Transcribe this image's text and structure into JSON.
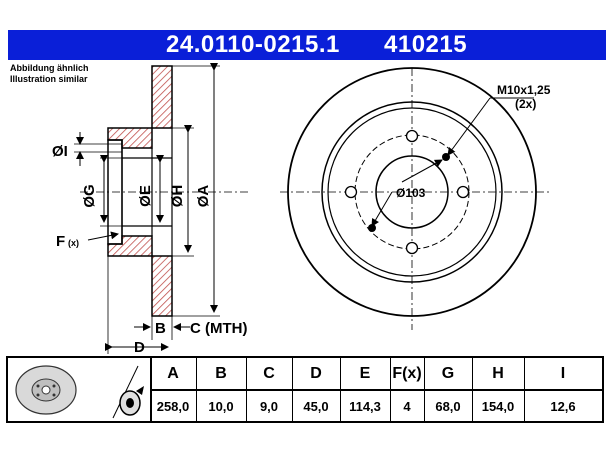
{
  "header": {
    "part_number": "24.0110-0215.1",
    "reference": "410215"
  },
  "note": {
    "line1": "Abbildung ähnlich",
    "line2": "Illustration similar"
  },
  "labels": {
    "dim_I": "ØI",
    "dim_G": "ØG",
    "dim_E": "ØE",
    "dim_H": "ØH",
    "dim_A": "ØA",
    "F": "F",
    "F_sub": "(x)",
    "B": "B",
    "C_mth": "C (MTH)",
    "D": "D",
    "bolt": "M10x1,25",
    "bolt_count": "(2x)",
    "pcd": "Ø103"
  },
  "table": {
    "headers": [
      "A",
      "B",
      "C",
      "D",
      "E",
      "F(x)",
      "G",
      "H",
      "I"
    ],
    "values": [
      "258,0",
      "10,0",
      "9,0",
      "45,0",
      "114,3",
      "4",
      "68,0",
      "154,0",
      "12,6"
    ]
  },
  "colors": {
    "header_bg": "#0a1fd8",
    "hatch": "#c0504d"
  }
}
